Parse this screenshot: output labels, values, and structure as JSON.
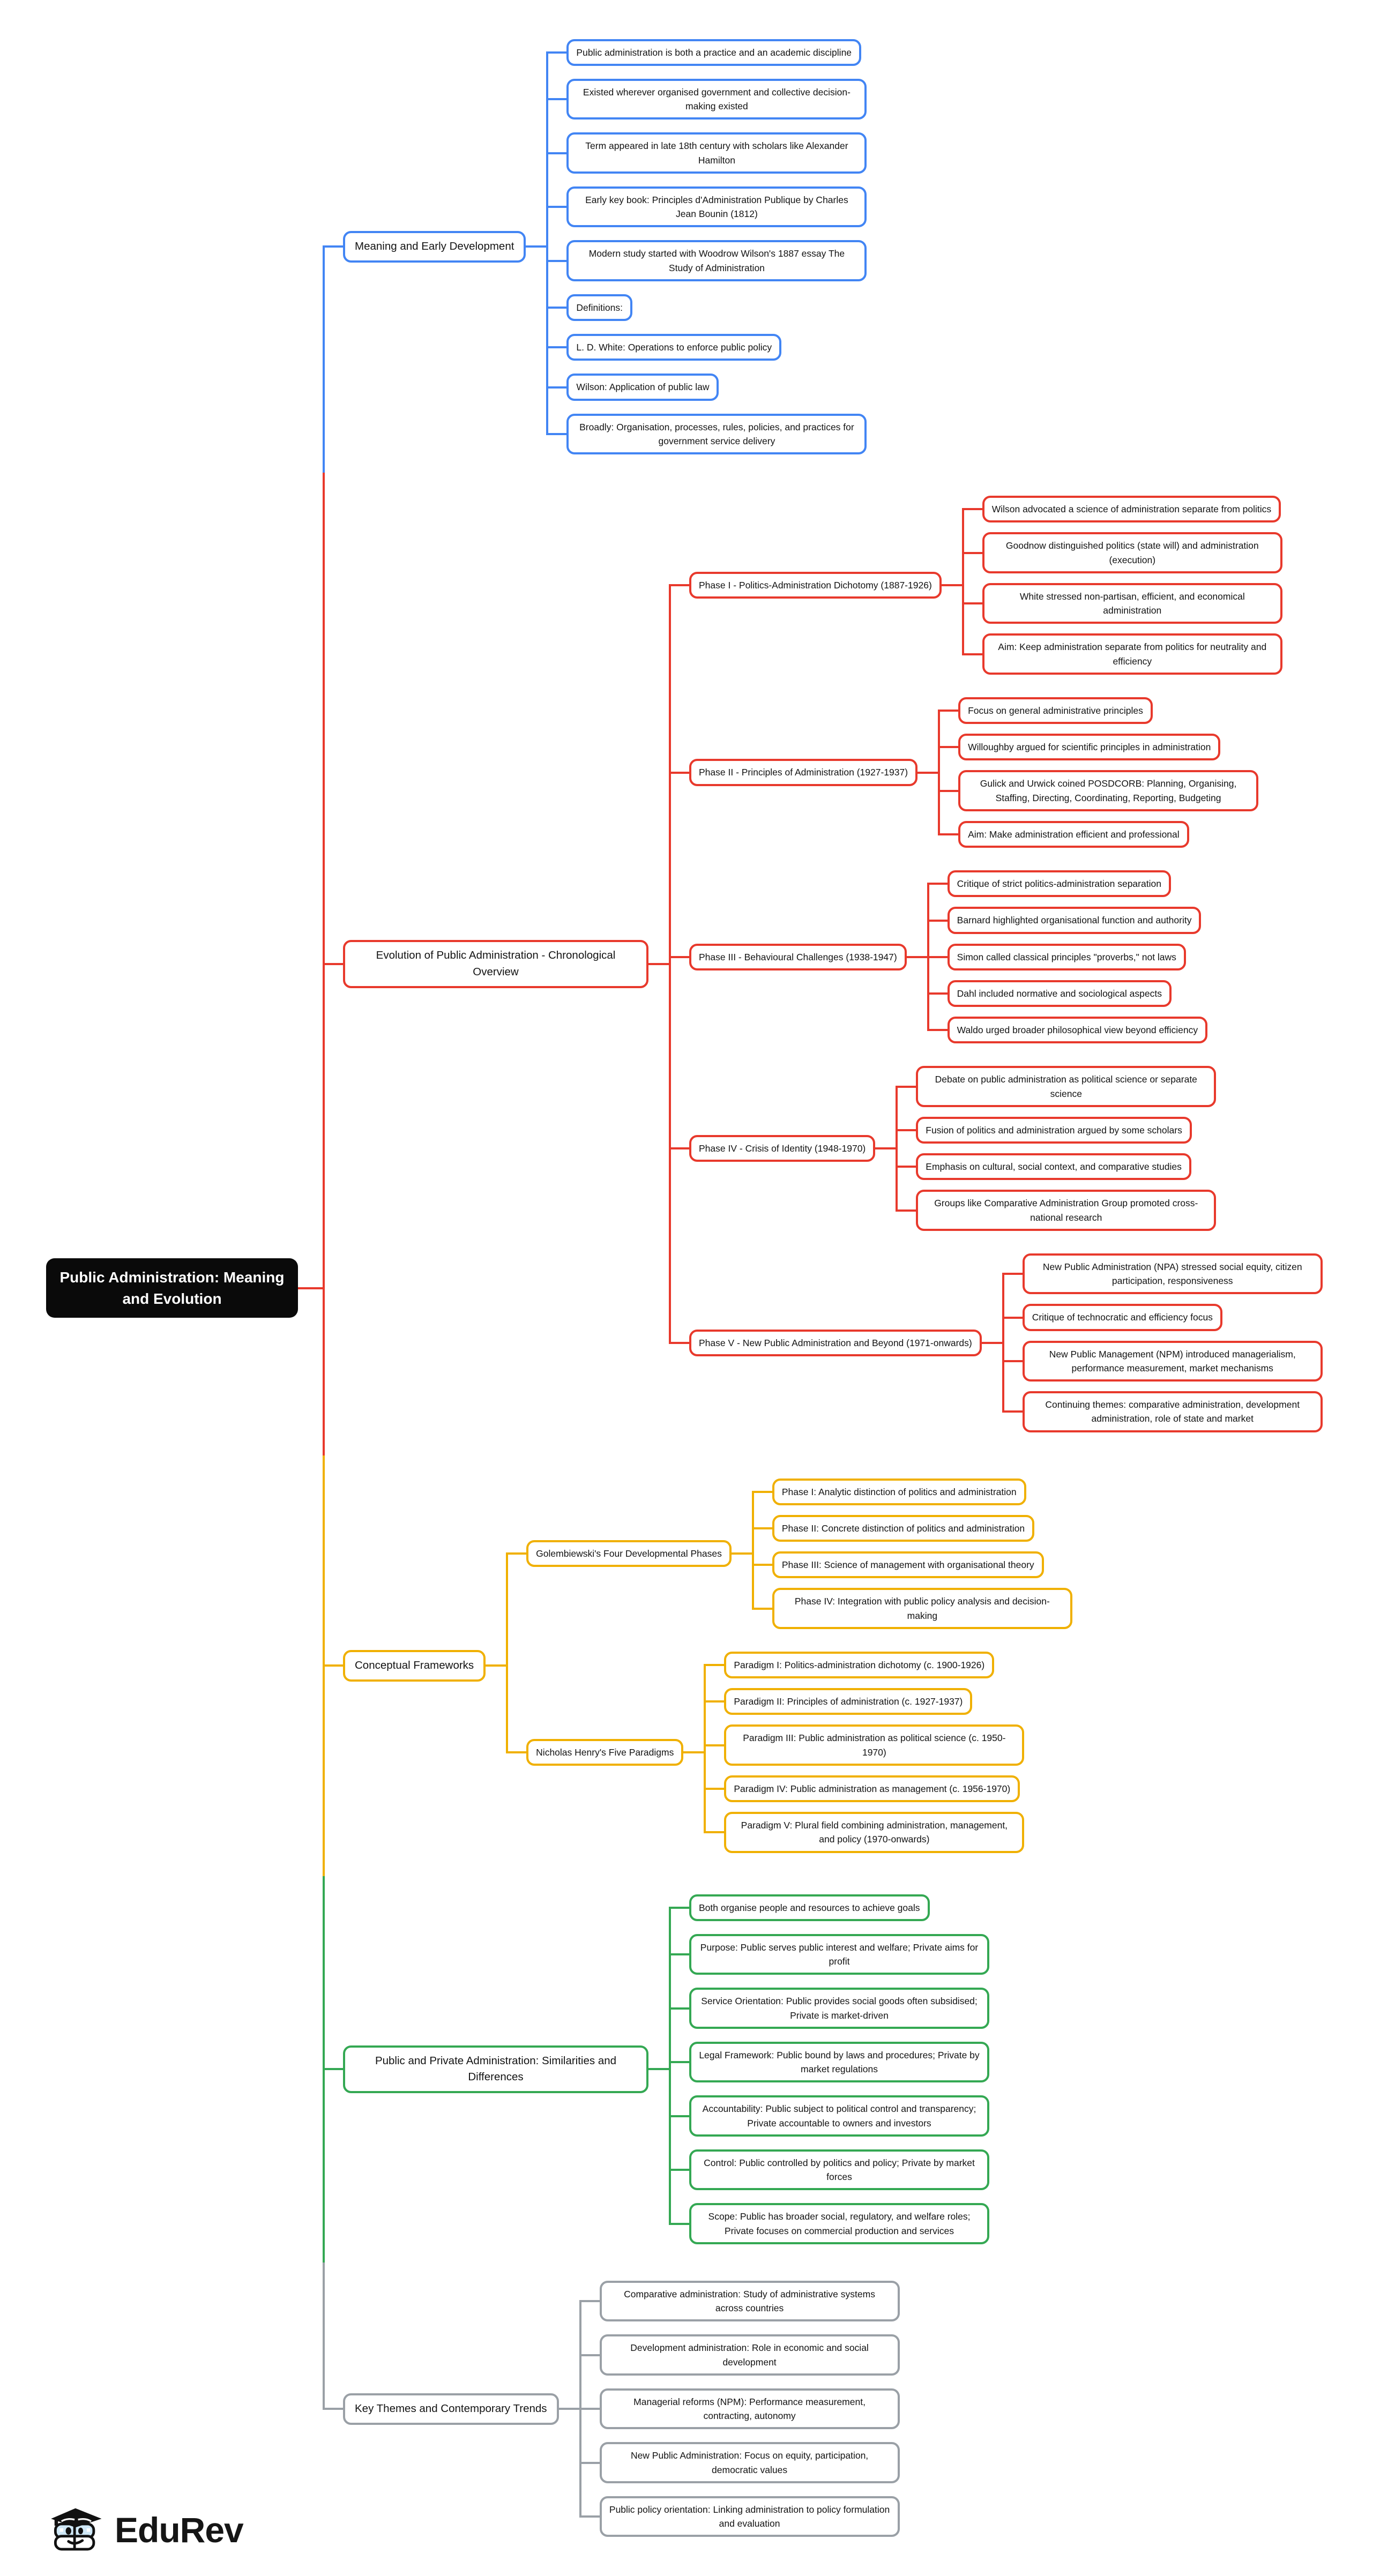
{
  "root": {
    "label": "Public Administration: Meaning and Evolution",
    "bg": "#0A0A0A",
    "text_color": "#FFFFFF"
  },
  "watermark": {
    "brand": "EduRev"
  },
  "colors": {
    "branch_blue": "#4285F4",
    "branch_red": "#E8392C",
    "branch_yellow": "#F0B000",
    "branch_green": "#34A853",
    "branch_gray": "#9AA0A6",
    "logo_book_blue": "#cfe8f7"
  },
  "branches": [
    {
      "label": "Meaning and Early Development",
      "color": "#4285F4",
      "children": [
        {
          "label": "Public administration is both a practice and an academic discipline"
        },
        {
          "label": "Existed wherever organised government and collective decision-making existed"
        },
        {
          "label": "Term appeared in late 18th century with scholars like Alexander Hamilton"
        },
        {
          "label": "Early key book: Principles d'Administration Publique by Charles Jean Bounin (1812)"
        },
        {
          "label": "Modern study started with Woodrow Wilson's 1887 essay The Study of Administration"
        },
        {
          "label": "Definitions:"
        },
        {
          "label": "L. D. White: Operations to enforce public policy"
        },
        {
          "label": "Wilson: Application of public law"
        },
        {
          "label": "Broadly: Organisation, processes, rules, policies, and practices for government service delivery"
        }
      ]
    },
    {
      "label": "Evolution of Public Administration - Chronological Overview",
      "color": "#E8392C",
      "children": [
        {
          "label": "Phase I - Politics-Administration Dichotomy (1887-1926)",
          "children": [
            {
              "label": "Wilson advocated a science of administration separate from politics"
            },
            {
              "label": "Goodnow distinguished politics (state will) and administration (execution)"
            },
            {
              "label": "White stressed non-partisan, efficient, and economical administration"
            },
            {
              "label": "Aim: Keep administration separate from politics for neutrality and efficiency"
            }
          ]
        },
        {
          "label": "Phase II - Principles of Administration (1927-1937)",
          "children": [
            {
              "label": "Focus on general administrative principles"
            },
            {
              "label": "Willoughby argued for scientific principles in administration"
            },
            {
              "label": "Gulick and Urwick coined POSDCORB: Planning, Organising, Staffing, Directing, Coordinating, Reporting, Budgeting"
            },
            {
              "label": "Aim: Make administration efficient and professional"
            }
          ]
        },
        {
          "label": "Phase III - Behavioural Challenges (1938-1947)",
          "children": [
            {
              "label": "Critique of strict politics-administration separation"
            },
            {
              "label": "Barnard highlighted organisational function and authority"
            },
            {
              "label": "Simon called classical principles \"proverbs,\" not laws"
            },
            {
              "label": "Dahl included normative and sociological aspects"
            },
            {
              "label": "Waldo urged broader philosophical view beyond efficiency"
            }
          ]
        },
        {
          "label": "Phase IV - Crisis of Identity (1948-1970)",
          "children": [
            {
              "label": "Debate on public administration as political science or separate science"
            },
            {
              "label": "Fusion of politics and administration argued by some scholars"
            },
            {
              "label": "Emphasis on cultural, social context, and comparative studies"
            },
            {
              "label": "Groups like Comparative Administration Group promoted cross-national research"
            }
          ]
        },
        {
          "label": "Phase V - New Public Administration and Beyond (1971-onwards)",
          "children": [
            {
              "label": "New Public Administration (NPA) stressed social equity, citizen participation, responsiveness"
            },
            {
              "label": "Critique of technocratic and efficiency focus"
            },
            {
              "label": "New Public Management (NPM) introduced managerialism, performance measurement, market mechanisms"
            },
            {
              "label": "Continuing themes: comparative administration, development administration, role of state and market"
            }
          ]
        }
      ]
    },
    {
      "label": "Conceptual Frameworks",
      "color": "#F0B000",
      "children": [
        {
          "label": "Golembiewski's Four Developmental Phases",
          "children": [
            {
              "label": "Phase I: Analytic distinction of politics and administration"
            },
            {
              "label": "Phase II: Concrete distinction of politics and administration"
            },
            {
              "label": "Phase III: Science of management with organisational theory"
            },
            {
              "label": "Phase IV: Integration with public policy analysis and decision-making"
            }
          ]
        },
        {
          "label": "Nicholas Henry's Five Paradigms",
          "children": [
            {
              "label": "Paradigm I: Politics-administration dichotomy (c. 1900-1926)"
            },
            {
              "label": "Paradigm II: Principles of administration (c. 1927-1937)"
            },
            {
              "label": "Paradigm III: Public administration as political science (c. 1950-1970)"
            },
            {
              "label": "Paradigm IV: Public administration as management (c. 1956-1970)"
            },
            {
              "label": "Paradigm V: Plural field combining administration, management, and policy (1970-onwards)"
            }
          ]
        }
      ]
    },
    {
      "label": "Public and Private Administration: Similarities and Differences",
      "color": "#34A853",
      "children": [
        {
          "label": "Both organise people and resources to achieve goals"
        },
        {
          "label": "Purpose: Public serves public interest and welfare; Private aims for profit"
        },
        {
          "label": "Service Orientation: Public provides social goods often subsidised; Private is market-driven"
        },
        {
          "label": "Legal Framework: Public bound by laws and procedures; Private by market regulations"
        },
        {
          "label": "Accountability: Public subject to political control and transparency; Private accountable to owners and investors"
        },
        {
          "label": "Control: Public controlled by politics and policy; Private by market forces"
        },
        {
          "label": "Scope: Public has broader social, regulatory, and welfare roles; Private focuses on commercial production and services"
        }
      ]
    },
    {
      "label": "Key Themes and Contemporary Trends",
      "color": "#9AA0A6",
      "children": [
        {
          "label": "Comparative administration: Study of administrative systems across countries"
        },
        {
          "label": "Development administration: Role in economic and social development"
        },
        {
          "label": "Managerial reforms (NPM): Performance measurement, contracting, autonomy"
        },
        {
          "label": "New Public Administration: Focus on equity, participation, democratic values"
        },
        {
          "label": "Public policy orientation: Linking administration to policy formulation and evaluation"
        }
      ]
    }
  ]
}
